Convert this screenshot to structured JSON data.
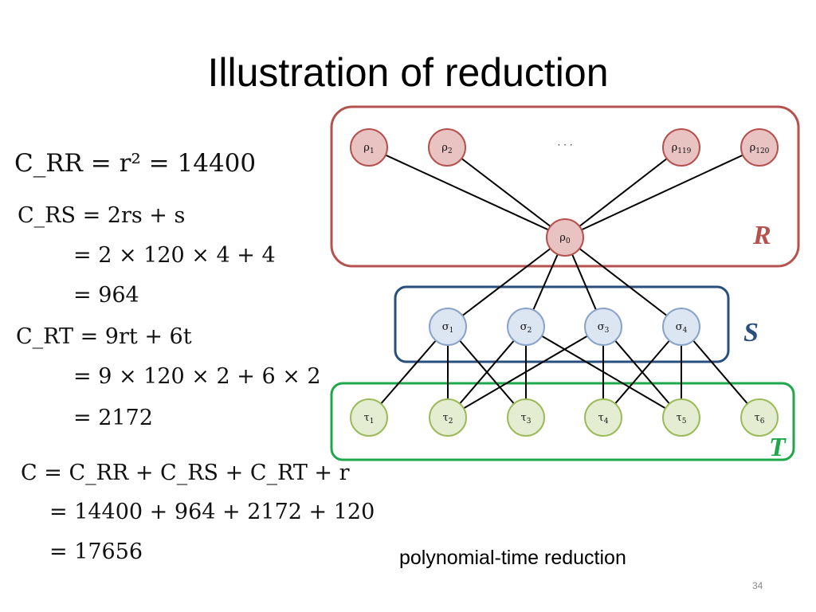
{
  "title": "Illustration of reduction",
  "equations": {
    "crr": "C_RR = r² = 14400",
    "crs_1": "C_RS = 2rs + s",
    "crs_2": "= 2 × 120 × 4 + 4",
    "crs_3": "= 964",
    "crt_1": "C_RT = 9rt + 6t",
    "crt_2": "= 9 × 120 × 2 + 6 × 2",
    "crt_3": "= 2172",
    "c_1": "C = C_RR + C_RS + C_RT + r",
    "c_2": "= 14400 + 964 + 2172 + 120",
    "c_3": "= 17656"
  },
  "diagram": {
    "set_labels": {
      "R": "R",
      "S": "S",
      "T": "T"
    },
    "ellipsis": "· · ·",
    "colors": {
      "R_box": "#b5524e",
      "R_fill": "#e9c3c2",
      "S_box": "#294f7d",
      "S_fill": "#dce6f3",
      "S_node_stroke": "#8aa3c8",
      "T_box": "#1ea84b",
      "T_fill": "#e4edd2",
      "T_node_stroke": "#9bbb59"
    },
    "nodes": {
      "rho_top": [
        {
          "id": "r1",
          "base": "ρ",
          "sub": "1"
        },
        {
          "id": "r2",
          "base": "ρ",
          "sub": "2"
        },
        {
          "id": "r119",
          "base": "ρ",
          "sub": "119"
        },
        {
          "id": "r120",
          "base": "ρ",
          "sub": "120"
        }
      ],
      "rho0": {
        "id": "r0",
        "base": "ρ",
        "sub": "0"
      },
      "sigma": [
        {
          "id": "s1",
          "base": "σ",
          "sub": "1"
        },
        {
          "id": "s2",
          "base": "σ",
          "sub": "2"
        },
        {
          "id": "s3",
          "base": "σ",
          "sub": "3"
        },
        {
          "id": "s4",
          "base": "σ",
          "sub": "4"
        }
      ],
      "tau": [
        {
          "id": "t1",
          "base": "τ",
          "sub": "1"
        },
        {
          "id": "t2",
          "base": "τ",
          "sub": "2"
        },
        {
          "id": "t3",
          "base": "τ",
          "sub": "3"
        },
        {
          "id": "t4",
          "base": "τ",
          "sub": "4"
        },
        {
          "id": "t5",
          "base": "τ",
          "sub": "5"
        },
        {
          "id": "t6",
          "base": "τ",
          "sub": "6"
        }
      ]
    },
    "edges": [
      [
        "r1",
        "r0"
      ],
      [
        "r2",
        "r0"
      ],
      [
        "r119",
        "r0"
      ],
      [
        "r120",
        "r0"
      ],
      [
        "r0",
        "s1"
      ],
      [
        "r0",
        "s2"
      ],
      [
        "r0",
        "s3"
      ],
      [
        "r0",
        "s4"
      ],
      [
        "s1",
        "t1"
      ],
      [
        "s1",
        "t2"
      ],
      [
        "s1",
        "t3"
      ],
      [
        "s2",
        "t2"
      ],
      [
        "s2",
        "t3"
      ],
      [
        "s2",
        "t5"
      ],
      [
        "s3",
        "t2"
      ],
      [
        "s3",
        "t4"
      ],
      [
        "s3",
        "t5"
      ],
      [
        "s4",
        "t4"
      ],
      [
        "s4",
        "t5"
      ],
      [
        "s4",
        "t6"
      ]
    ]
  },
  "caption": "polynomial-time reduction",
  "page_number": "34"
}
